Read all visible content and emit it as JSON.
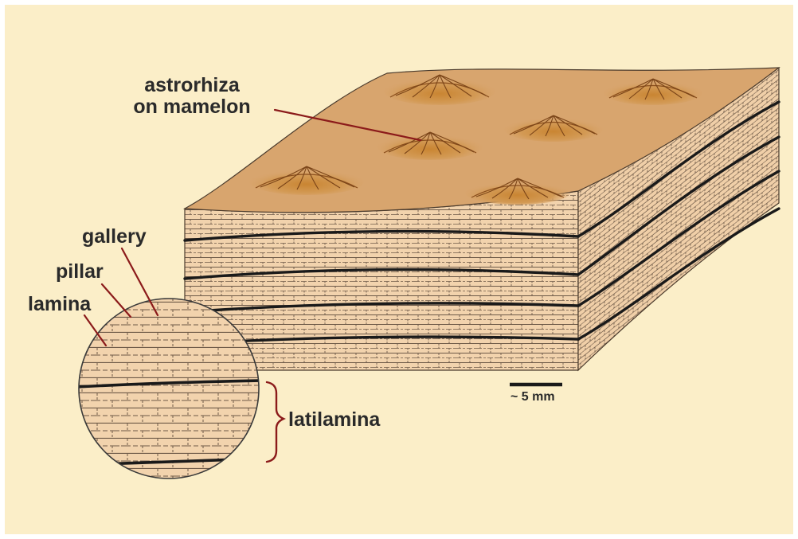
{
  "labels": {
    "astrorhiza_line1": "astrorhiza",
    "astrorhiza_line2": "on mamelon",
    "gallery": "gallery",
    "pillar": "pillar",
    "lamina": "lamina",
    "latilamina": "latilamina",
    "scale": "~ 5 mm"
  },
  "colors": {
    "background": "#fbeec8",
    "block_top": "#d8a56e",
    "block_side": "#f2d3ad",
    "latilamina_line": "#1a1a1a",
    "leader_line": "#8b1a1a",
    "mamelon": "#cc8a3a"
  }
}
